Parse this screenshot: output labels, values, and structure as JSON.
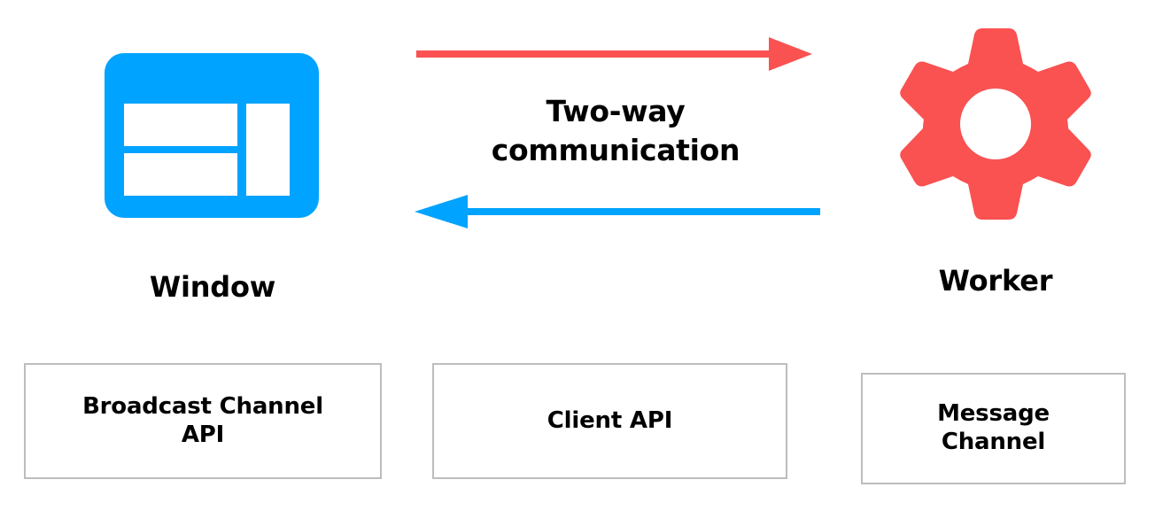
{
  "diagram": {
    "title": "Two-way communication between Window and Worker",
    "background_color": "#ffffff"
  },
  "nodes": {
    "left": {
      "label": "Window",
      "icon": "browser-window-icon",
      "color": "#00a3ff"
    },
    "right": {
      "label": "Worker",
      "icon": "gear-icon",
      "color": "#fa5151"
    }
  },
  "connection": {
    "caption_line1": "Two-way",
    "caption_line2": "communication",
    "arrow_forward": {
      "name": "arrow-right",
      "direction": "right",
      "from": "Window",
      "to": "Worker",
      "color": "#fa5151"
    },
    "arrow_backward": {
      "name": "arrow-left",
      "direction": "left",
      "from": "Worker",
      "to": "Window",
      "color": "#00a3ff"
    }
  },
  "api_boxes": [
    {
      "id": "broadcast-channel-api",
      "line1": "Broadcast Channel",
      "line2": "API",
      "border_color": "#bdbdbd"
    },
    {
      "id": "client-api",
      "line1": "Client API",
      "line2": "",
      "border_color": "#bdbdbd"
    },
    {
      "id": "message-channel",
      "line1": "Message",
      "line2": "Channel",
      "border_color": "#bdbdbd"
    }
  ]
}
